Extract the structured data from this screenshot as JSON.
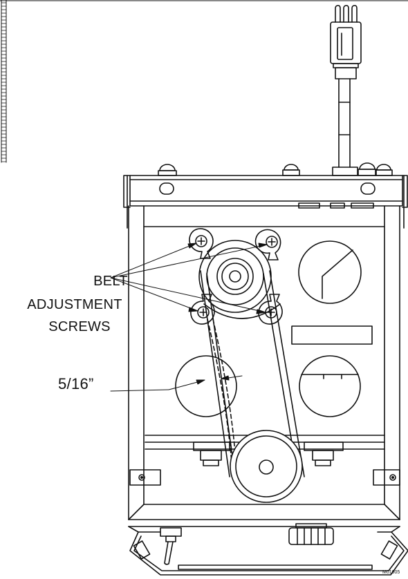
{
  "labels": {
    "belt": "BELT",
    "adjustment": "ADJUSTMENT",
    "screws": "SCREWS",
    "dimension": "5/16”"
  },
  "figure_id": "M01005",
  "colors": {
    "line": "#111111",
    "background": "#ffffff"
  }
}
